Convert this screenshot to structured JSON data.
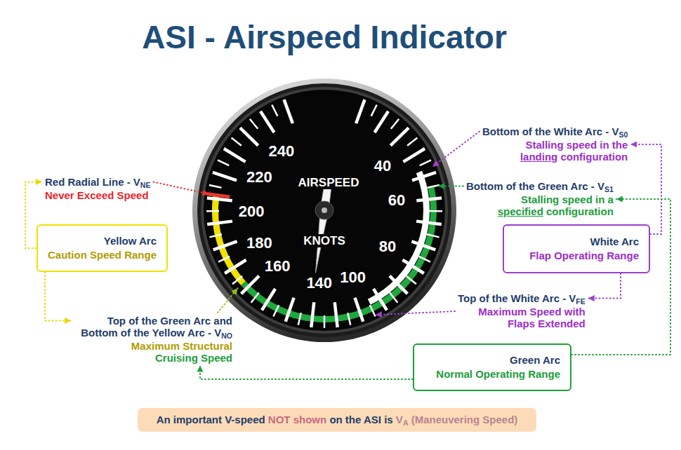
{
  "diagram": {
    "title": "ASI - Airspeed Indicator",
    "nodes": [
      {
        "text": [
          "AIRSPEED",
          "KNOTS",
          "40",
          "60",
          "80",
          "100",
          "140",
          "160",
          "180",
          "200",
          "220",
          "240"
        ]
      },
      {
        "text": [
          "Bottom of the White Arc - V",
          "S0",
          "Stalling speed in the",
          "landing",
          "configuration"
        ]
      },
      {
        "text": [
          "Red Radial Line - V",
          "NE",
          "Never Exceed Speed"
        ]
      },
      {
        "text": [
          "Bottom of the Green Arc - V",
          "S1",
          "Stalling speed in a",
          "specified",
          "configuration"
        ]
      },
      {
        "text": [
          "Yellow Arc",
          "Caution Speed Range"
        ]
      },
      {
        "text": [
          "White Arc",
          "Flap Operating Range"
        ]
      },
      {
        "text": [
          "Top of the White Arc - V",
          "FE",
          "Maximum Speed with Flaps Extended"
        ]
      },
      {
        "text": [
          "Top of the Green Arc and Bottom of the Yellow Arc - V",
          "NO",
          "Maximum Structural",
          "Cruising Speed"
        ]
      },
      {
        "text": [
          "Green Arc",
          "Normal Operating Range"
        ]
      },
      {
        "text": [
          "An important V-speed",
          "NOT shown",
          "on the ASI is",
          "V",
          "A",
          "(Maneuvering Speed)"
        ]
      }
    ],
    "edges": [
      {
        "from": 4,
        "to": 2,
        "arrow": "to"
      },
      {
        "from": 4,
        "to": 7,
        "arrow": "to"
      },
      {
        "from": 2,
        "to": 0,
        "arrow": "to"
      },
      {
        "from": 7,
        "to": 0,
        "arrow": "to"
      },
      {
        "from": 5,
        "to": 1,
        "arrow": "to"
      },
      {
        "from": 5,
        "to": 6,
        "arrow": "to"
      },
      {
        "from": 1,
        "to": 0,
        "arrow": "to"
      },
      {
        "from": 6,
        "to": 0,
        "arrow": "to"
      },
      {
        "from": 3,
        "to": 0,
        "arrow": "to"
      },
      {
        "from": 8,
        "to": 3,
        "arrow": "to"
      },
      {
        "from": 8,
        "to": 7,
        "arrow": "to"
      }
    ]
  }
}
